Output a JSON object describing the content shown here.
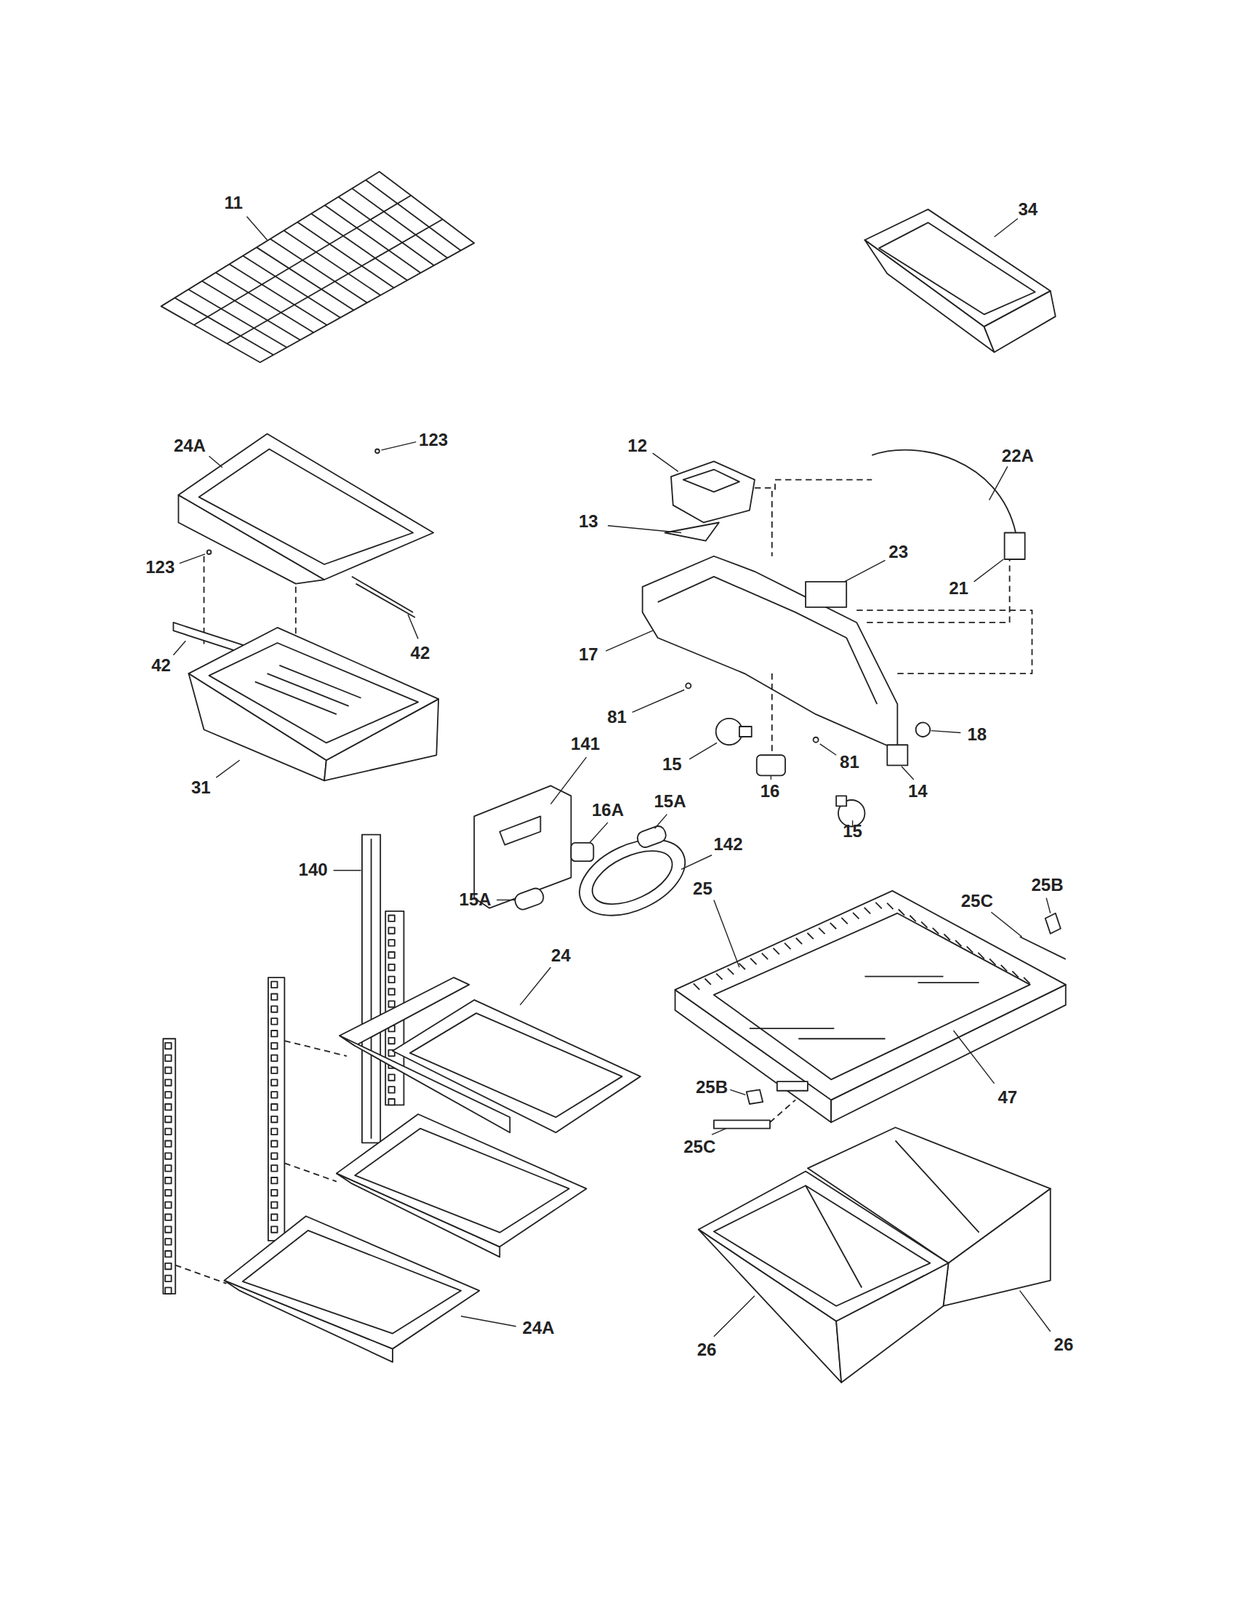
{
  "diagram": {
    "labels": [
      "11",
      "34",
      "24A",
      "123",
      "12",
      "22A",
      "13",
      "23",
      "123",
      "42",
      "21",
      "42",
      "17",
      "81",
      "18",
      "15",
      "16",
      "81",
      "14",
      "31",
      "141",
      "16A",
      "15A",
      "15",
      "142",
      "140",
      "15A",
      "25B",
      "25",
      "25C",
      "24",
      "47",
      "25B",
      "25C",
      "24A",
      "26",
      "26"
    ]
  }
}
